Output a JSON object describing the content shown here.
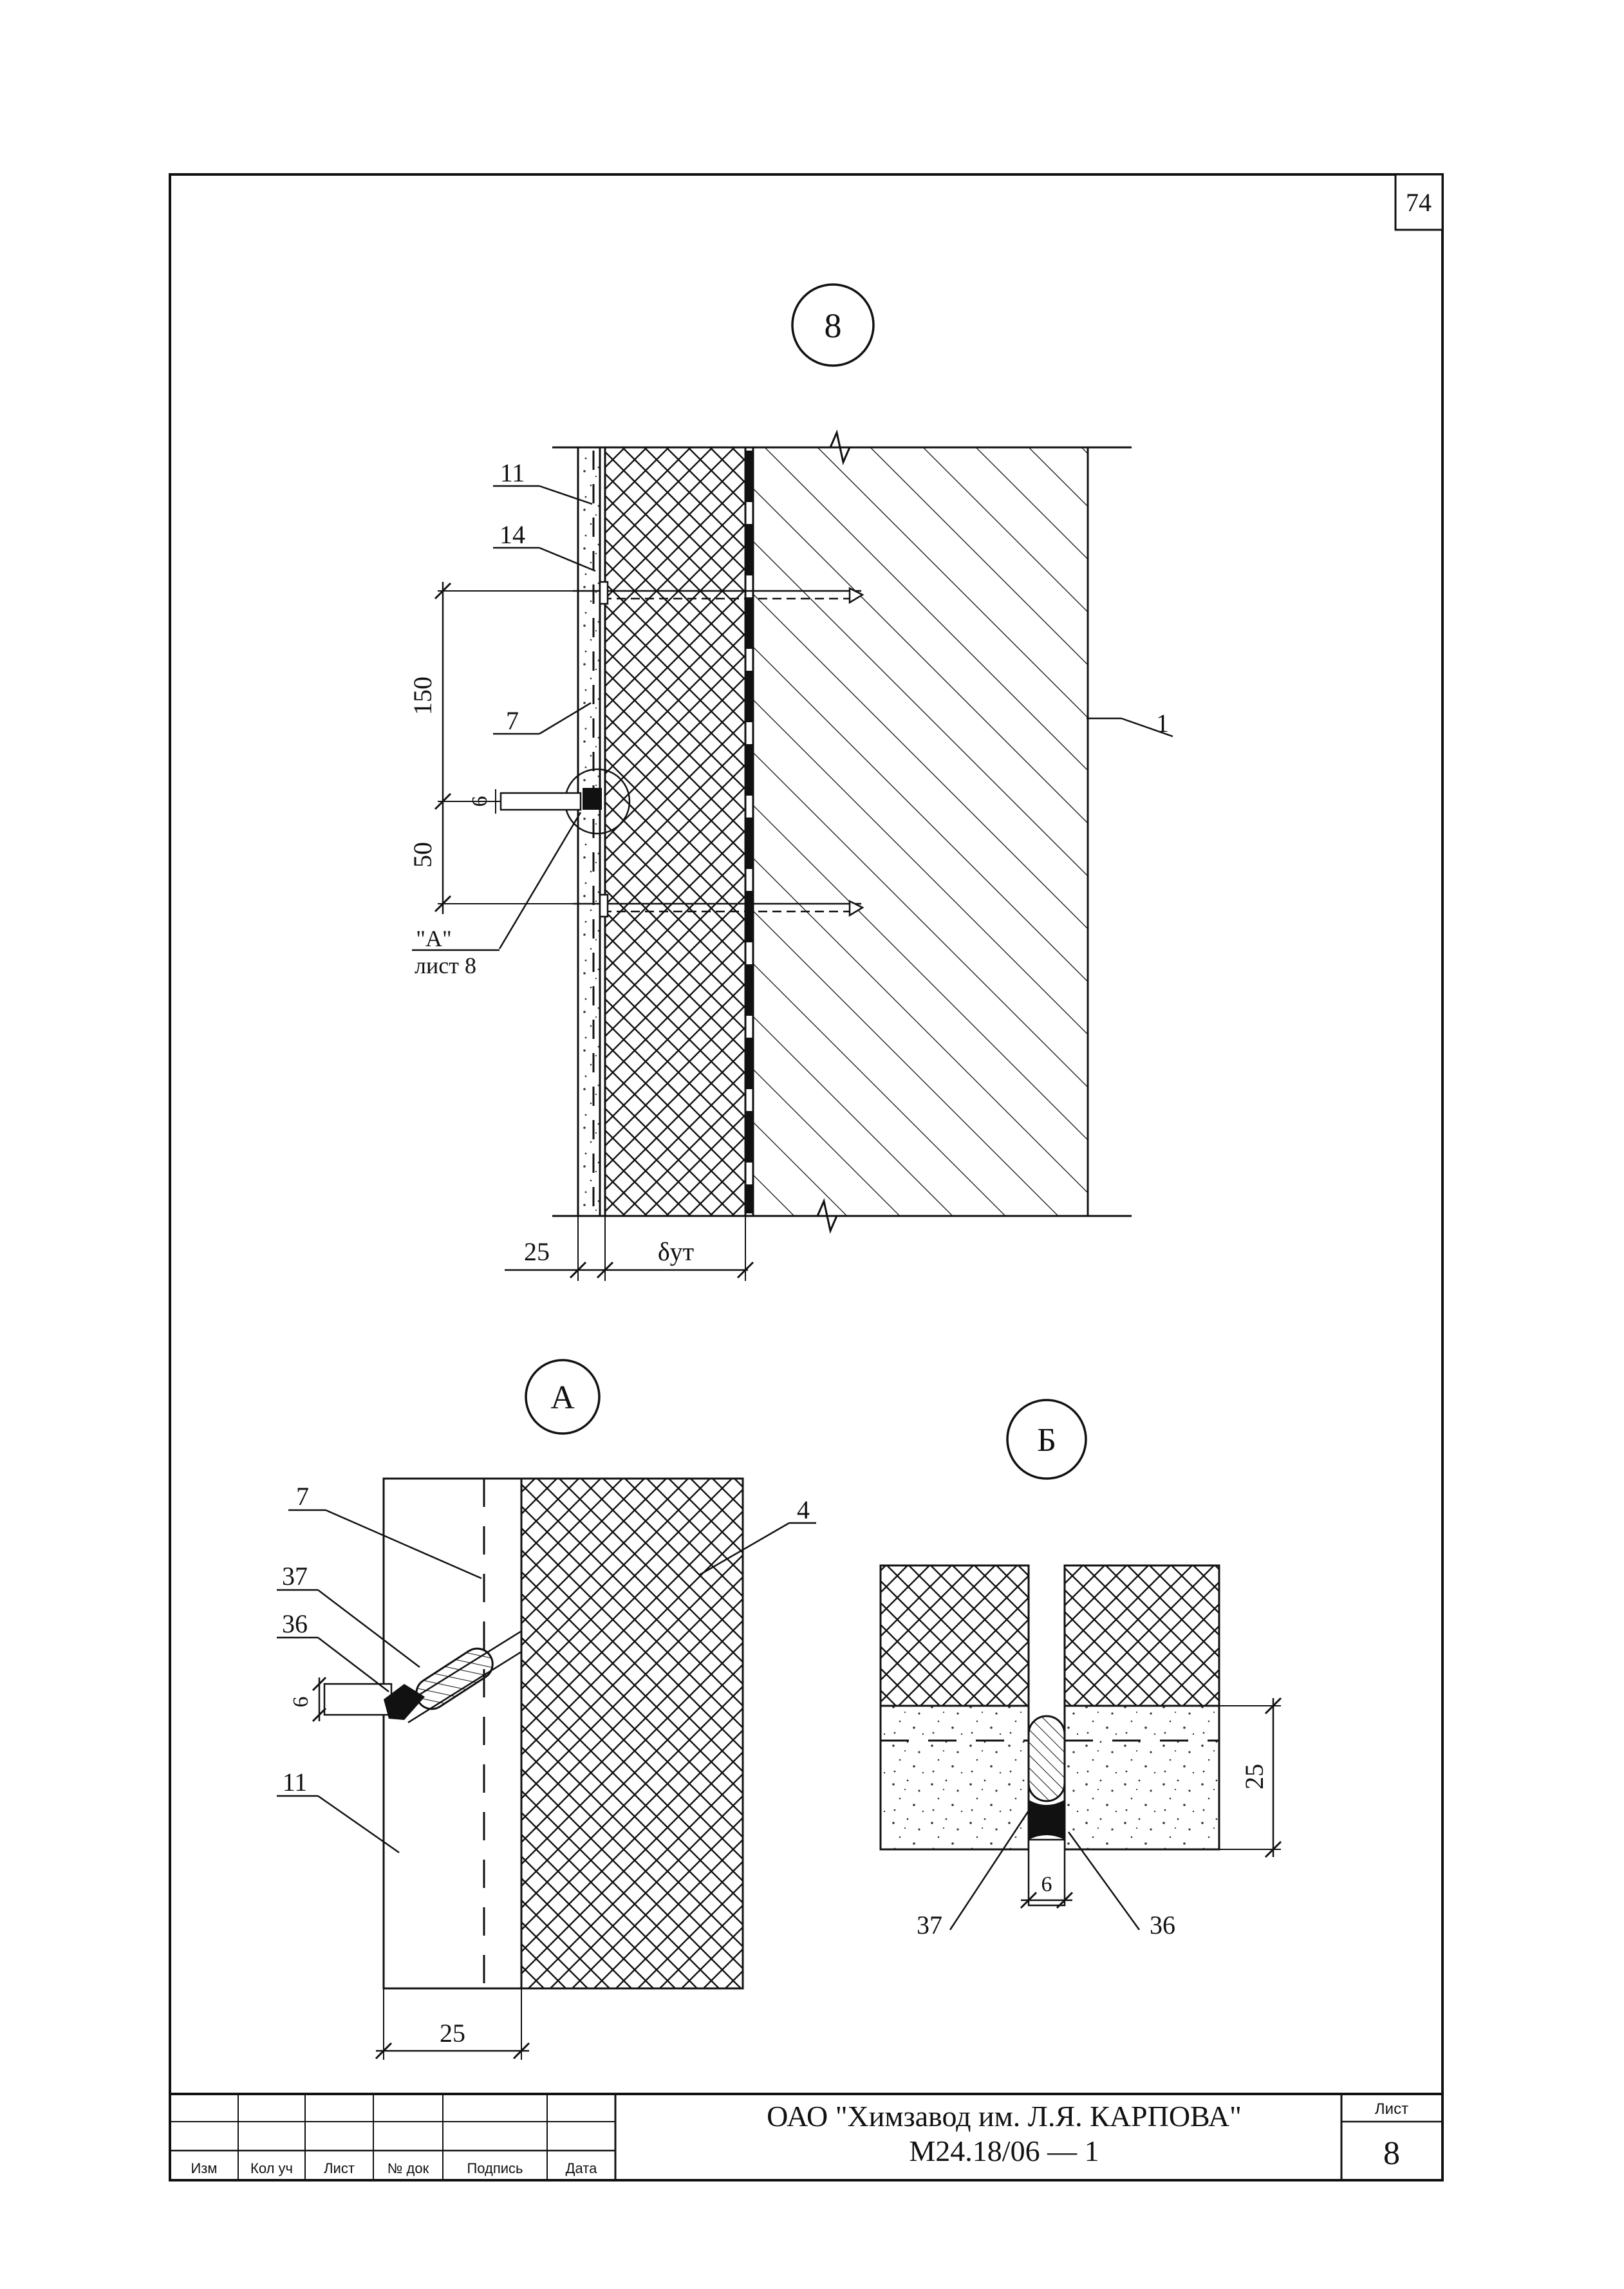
{
  "sheet": {
    "corner_number": "74",
    "sheet_label": "Лист",
    "sheet_number": "8",
    "company": "ОАО \"Химзавод им. Л.Я. КАРПОВА\"",
    "doc_code": "М24.18/06 — 1",
    "stamp_columns": [
      "Изм",
      "Кол уч",
      "Лист",
      "№ док",
      "Подпись",
      "Дата"
    ]
  },
  "node8": {
    "marker": "8",
    "labels": {
      "l11": "11",
      "l14": "14",
      "l7": "7",
      "l1": "1"
    },
    "dims": {
      "d150": "150",
      "d6": "6",
      "d50": "50",
      "d25": "25",
      "delta": "δут"
    },
    "ref_line1": "\"А\"",
    "ref_line2": "лист 8"
  },
  "detailA": {
    "marker": "А",
    "labels": {
      "l7": "7",
      "l4": "4",
      "l37": "37",
      "l36": "36",
      "l11": "11"
    },
    "dims": {
      "d6": "6",
      "d25": "25"
    }
  },
  "detailB": {
    "marker": "Б",
    "labels": {
      "l37": "37",
      "l36": "36"
    },
    "dims": {
      "d25": "25",
      "d6": "6"
    }
  }
}
